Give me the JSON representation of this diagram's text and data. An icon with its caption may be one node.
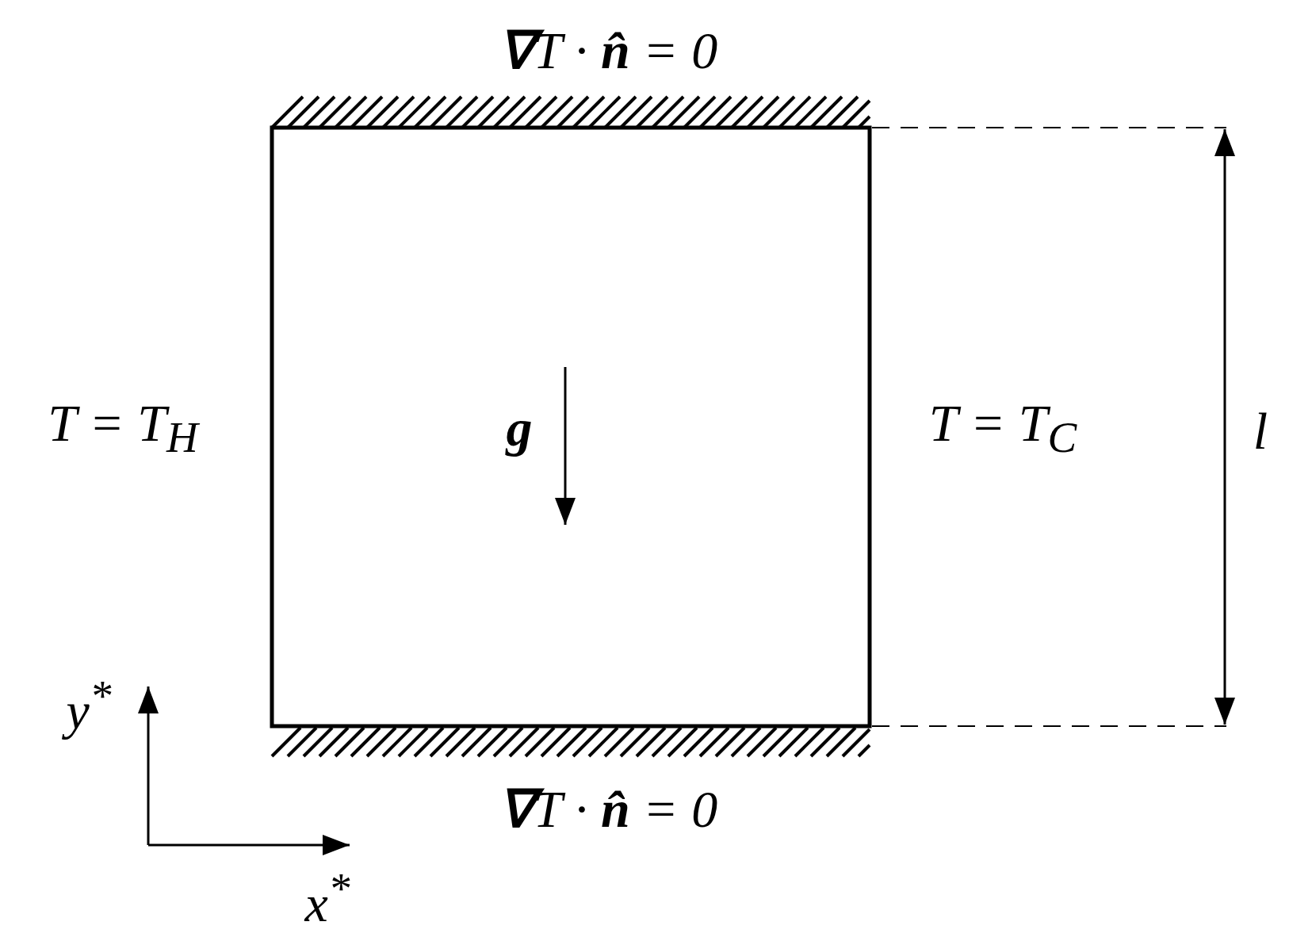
{
  "diagram": {
    "labels": [
      "**∇**T · **n̂** = 0",
      "T = T$_{H}$",
      "g",
      "T = T$_{C}$",
      "l",
      "y$^{*}$",
      "**∇**T · **n̂** = 0",
      "x$^{*}$"
    ]
  }
}
